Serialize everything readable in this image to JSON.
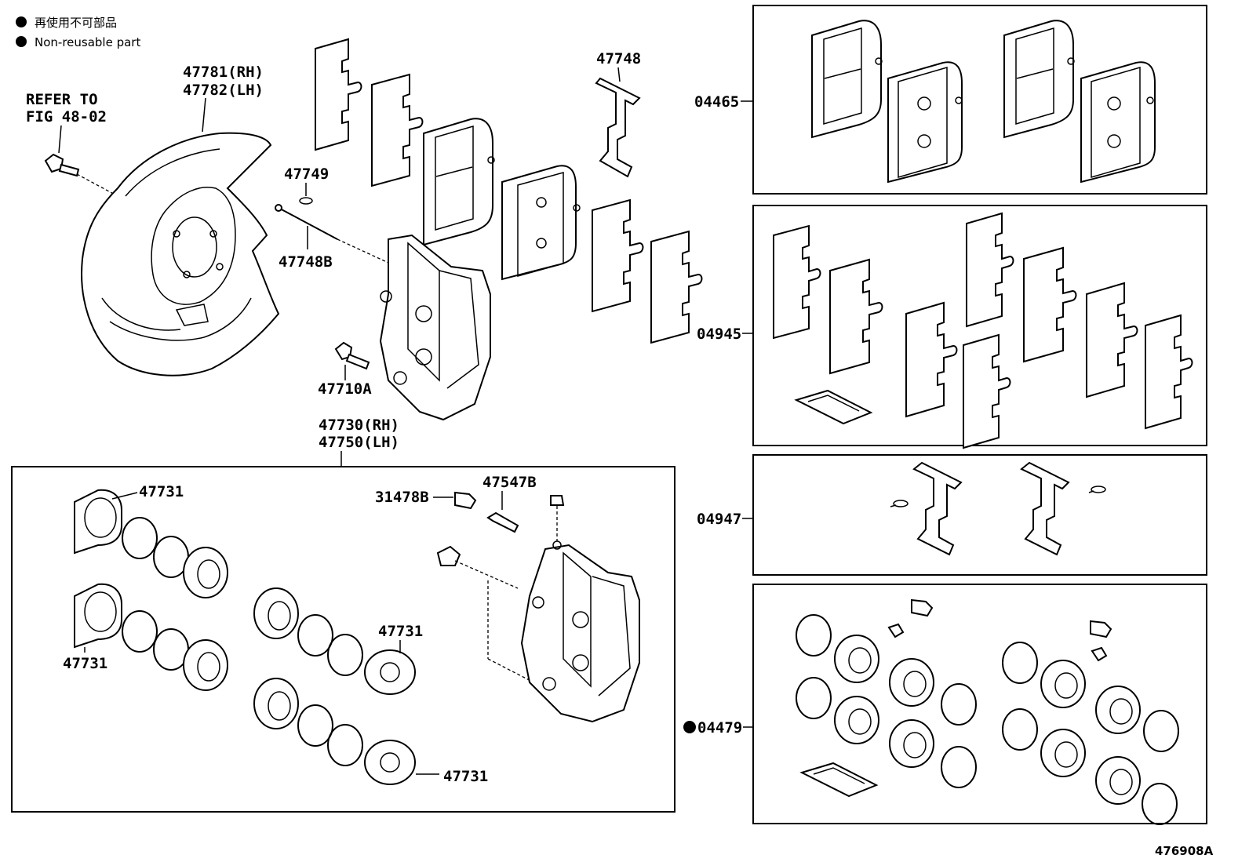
{
  "legend": {
    "jp": "再使用不可部品",
    "en": "Non-reusable part"
  },
  "labels": {
    "refer_to": "REFER TO",
    "fig": "FIG 48-02",
    "dust_cover_rh": "47781(RH)",
    "dust_cover_lh": "47782(LH)",
    "clip_47749": "47749",
    "pin_47748b": "47748B",
    "spring_47748": "47748",
    "bolt_47710a": "47710A",
    "caliper_rh": "47730(RH)",
    "caliper_lh": "47750(LH)",
    "piston_a": "47731",
    "piston_b": "47731",
    "piston_c": "47731",
    "piston_d": "47731",
    "cap_31478b": "31478B",
    "bleeder_47547b": "47547B",
    "kit_pads": "04465",
    "kit_shims": "04945",
    "kit_springs": "04947",
    "kit_seals": "04479",
    "figure_id": "476908A"
  }
}
